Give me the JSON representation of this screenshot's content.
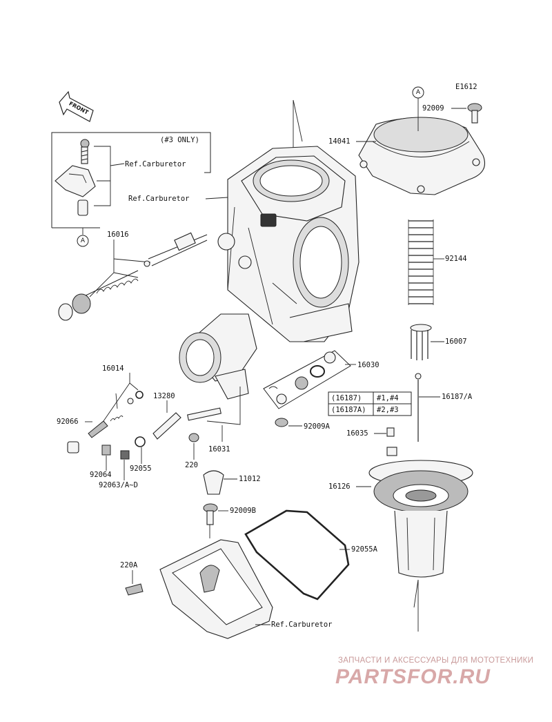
{
  "diagram_code": "E1612",
  "front_arrow_text": "FRONT",
  "circle_ref_top": "A",
  "circle_ref_left": "A",
  "inset_note": "(#3 ONLY)",
  "ref_carburetor_inset": "Ref.Carburetor",
  "ref_carburetor_body": "Ref.Carburetor",
  "ref_carburetor_bowl": "Ref.Carburetor",
  "parts": {
    "p16016": "16016",
    "p14041": "14041",
    "p92009": "92009",
    "p92144": "92144",
    "p16007": "16007",
    "p16030": "16030",
    "p16014": "16014",
    "p13280": "13280",
    "p92066": "92066",
    "p92064": "92064",
    "p92063": "92063/A~D",
    "p92055": "92055",
    "p220": "220",
    "p16031": "16031",
    "p16187A": "16187/A",
    "p92009A": "92009A",
    "p16035": "16035",
    "p11012": "11012",
    "p16126": "16126",
    "p92009B": "92009B",
    "p92055A": "92055A",
    "p220A": "220A"
  },
  "needle_table": {
    "rows": [
      {
        "part": "(16187)",
        "cylinders": "#1,#4"
      },
      {
        "part": "(16187A)",
        "cylinders": "#2,#3"
      }
    ]
  },
  "watermark": {
    "tagline": "ЗАПЧАСТИ И АКСЕССУАРЫ ДЛЯ МОТОТЕХНИКИ",
    "logo": "PARTSFOR.RU"
  },
  "colors": {
    "line": "#222222",
    "watermark": "#d8a8a8"
  }
}
